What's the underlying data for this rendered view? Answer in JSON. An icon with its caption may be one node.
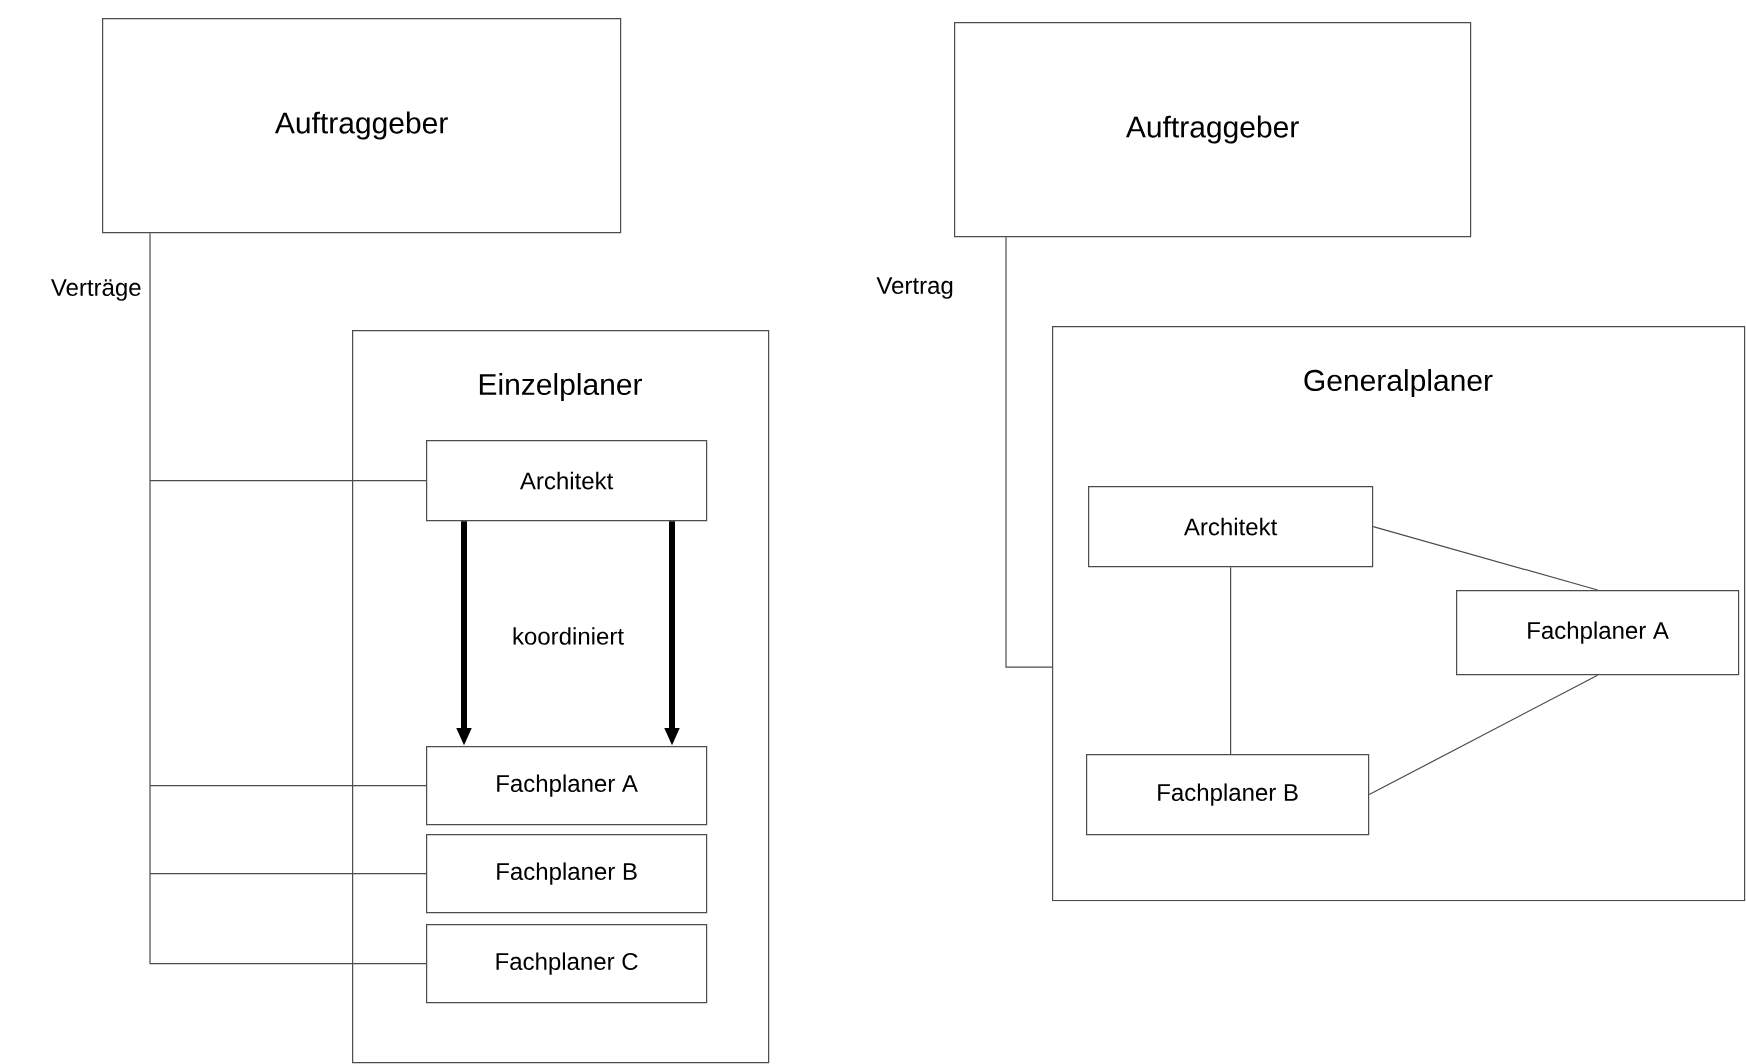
{
  "diagram": {
    "nodes": [
      {
        "text": [
          "Auftraggeber"
        ]
      },
      {
        "text": [
          "Einzelplaner"
        ]
      },
      {
        "text": [
          "Architekt"
        ],
        "in": 1
      },
      {
        "text": [
          "Fachplaner A"
        ],
        "in": 1
      },
      {
        "text": [
          "Fachplaner B"
        ],
        "in": 1
      },
      {
        "text": [
          "Fachplaner C"
        ],
        "in": 1
      },
      {
        "text": [
          "Auftraggeber"
        ]
      },
      {
        "text": [
          "Generalplaner"
        ]
      },
      {
        "text": [
          "Architekt"
        ],
        "in": 7
      },
      {
        "text": [
          "Fachplaner A"
        ],
        "in": 7
      },
      {
        "text": [
          "Fachplaner B"
        ],
        "in": 7
      }
    ],
    "edges": [
      {
        "from": 0,
        "to": 2,
        "arrow": "none",
        "label": "Verträge"
      },
      {
        "from": 0,
        "to": 3,
        "arrow": "none"
      },
      {
        "from": 0,
        "to": 4,
        "arrow": "none"
      },
      {
        "from": 0,
        "to": 5,
        "arrow": "none"
      },
      {
        "from": 2,
        "to": 3,
        "arrow": "to",
        "style": "thick",
        "label": "koordiniert"
      },
      {
        "from": 2,
        "to": 3,
        "arrow": "to",
        "style": "thick"
      },
      {
        "from": 6,
        "to": 7,
        "arrow": "none",
        "label": "Vertrag"
      },
      {
        "from": 8,
        "to": 9,
        "arrow": "none"
      },
      {
        "from": 8,
        "to": 10,
        "arrow": "none"
      },
      {
        "from": 10,
        "to": 9,
        "arrow": "none"
      }
    ]
  }
}
